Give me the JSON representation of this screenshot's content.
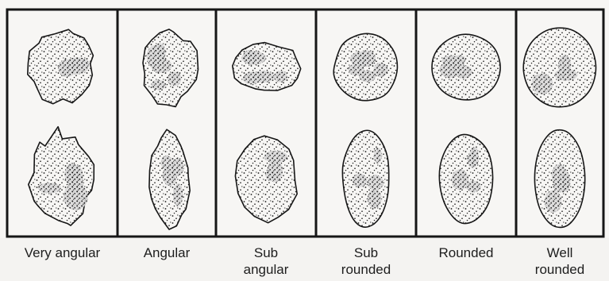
{
  "chart_data": {
    "type": "table",
    "categories": [
      "Very angular",
      "Angular",
      "Sub\nangular",
      "Sub\nrounded",
      "Rounded",
      "Well\nrounded"
    ],
    "rows": 2,
    "colors": {
      "ink": "#161616",
      "paper": "#f7f6f4"
    }
  }
}
